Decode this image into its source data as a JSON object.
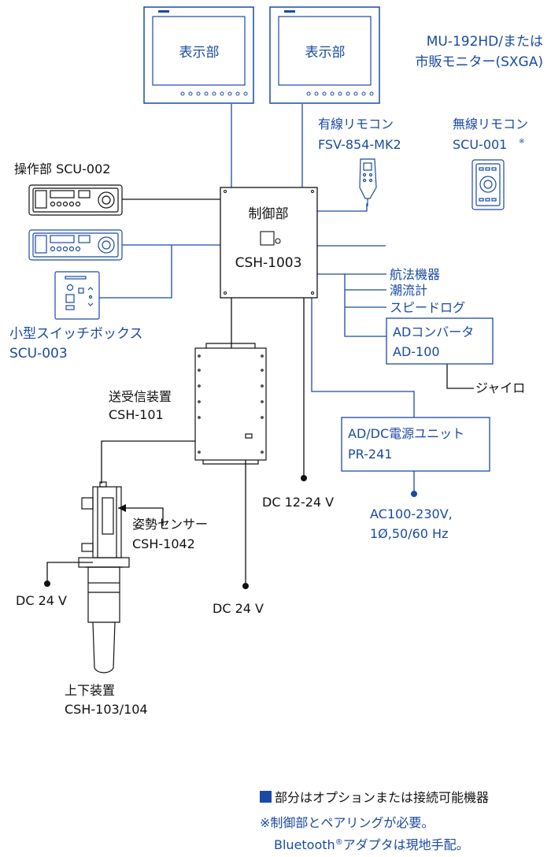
{
  "monitor_left": {
    "label": "表示部"
  },
  "monitor_right": {
    "label": "表示部"
  },
  "monitor_option": {
    "line1": "MU-192HD/または",
    "line2": "市販モニター(SXGA)"
  },
  "wired_remote": {
    "line1": "有線リモコン",
    "line2": "FSV-854-MK2"
  },
  "wireless_remote": {
    "line1": "無線リモコン",
    "line2": "SCU-001",
    "mark": "※"
  },
  "operation_unit": {
    "label": "操作部 SCU-002"
  },
  "control_unit": {
    "line1": "制御部",
    "line2": "CSH-1003"
  },
  "nav_inputs": [
    "航法機器",
    "潮流計",
    "スピードログ"
  ],
  "ad_converter": {
    "line1": "ADコンバータ",
    "line2": "AD-100"
  },
  "gyro": {
    "label": "ジャイロ"
  },
  "switch_box": {
    "line1": "小型スイッチボックス",
    "line2": "SCU-003"
  },
  "transceiver": {
    "line1": "送受信装置",
    "line2": "CSH-101"
  },
  "power_unit": {
    "line1": "AD/DC電源ユニット",
    "line2": "PR-241"
  },
  "ac_input": {
    "line1": "AC100-230V,",
    "line2": "1Ø,50/60 Hz"
  },
  "dc_control": {
    "label": "DC 12-24 V"
  },
  "attitude_sensor": {
    "line1": "姿勢センサー",
    "line2": "CSH-1042"
  },
  "dc_hoist": {
    "label": "DC 24 V"
  },
  "dc_transceiver": {
    "label": "DC 24 V"
  },
  "hoist_unit": {
    "line1": "上下装置",
    "line2": "CSH-103/104"
  },
  "legend": {
    "option_note": "部分はオプションまたは接続可能機器",
    "note1": "※制御部とペアリングが必要。",
    "note2_a": "Bluetooth",
    "note2_mark": "®",
    "note2_b": "アダプタは現地手配。"
  },
  "colors": {
    "option": "#1a4aa3",
    "standard": "#111111"
  }
}
